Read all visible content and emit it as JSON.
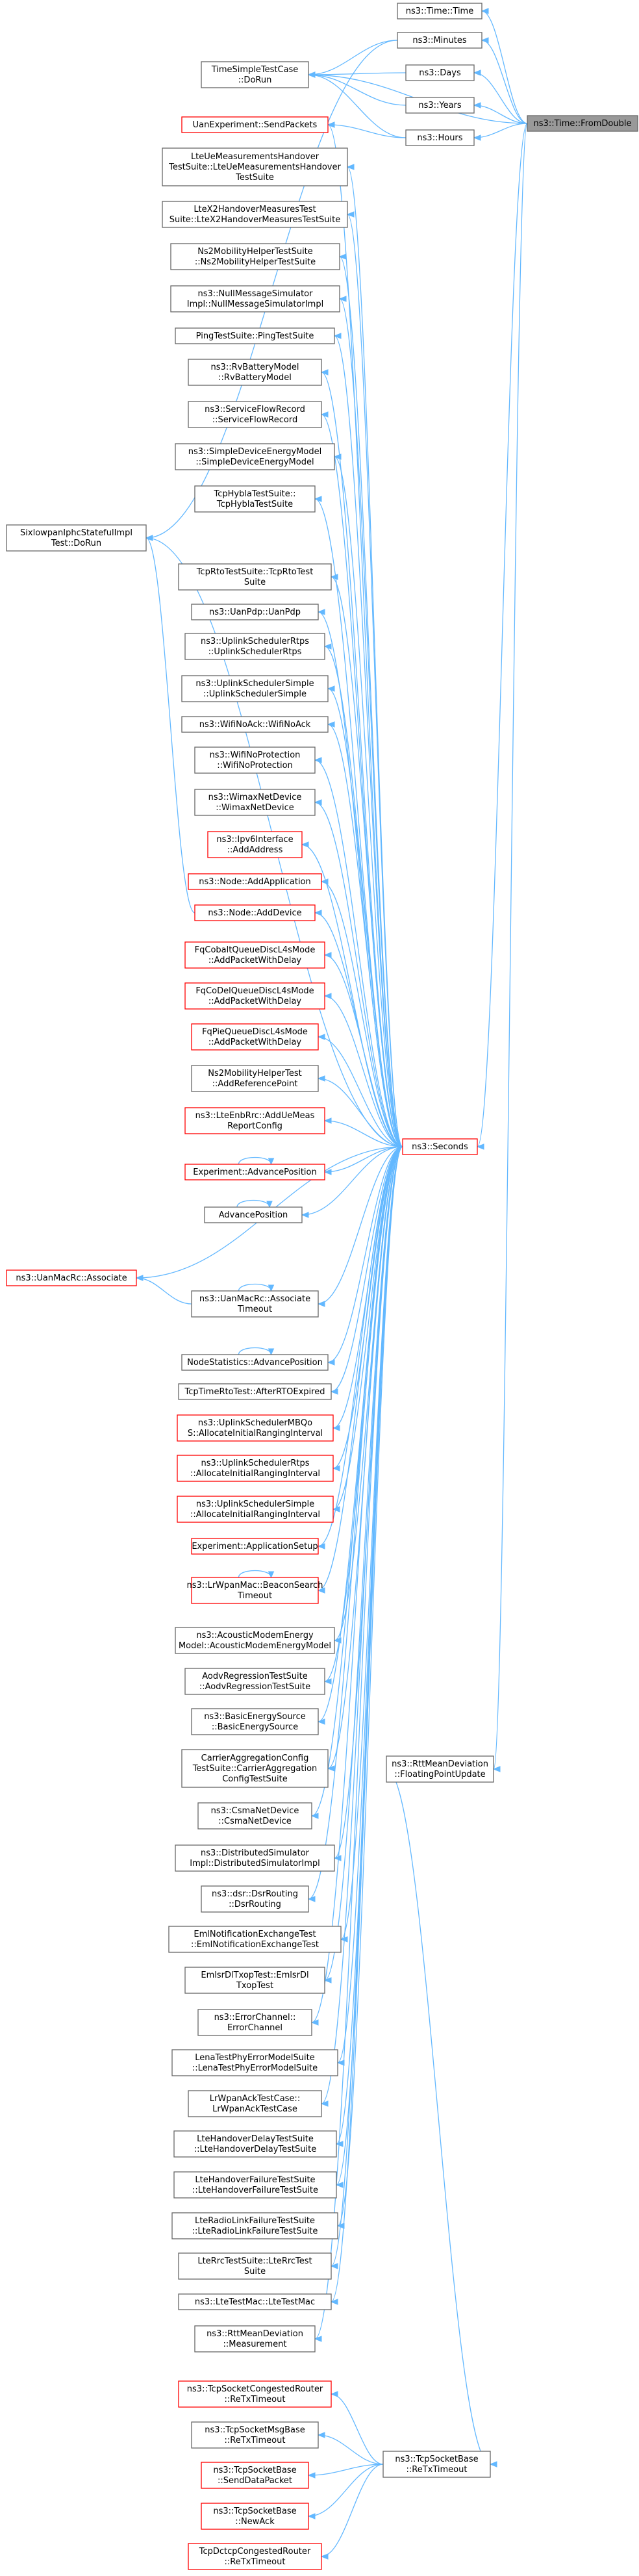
{
  "colors": {
    "edge": "#63b8ff",
    "border": "#666666",
    "red_border": "#ff0000",
    "root_fill": "#999999"
  },
  "nodes": {
    "root": {
      "l1": "ns3::Time::FromDouble"
    },
    "time_time": {
      "l1": "ns3::Time::Time"
    },
    "minutes": {
      "l1": "ns3::Minutes"
    },
    "days": {
      "l1": "ns3::Days"
    },
    "years": {
      "l1": "ns3::Years"
    },
    "hours": {
      "l1": "ns3::Hours"
    },
    "tstc": {
      "l1": "TimeSimpleTestCase",
      "l2": "::DoRun"
    },
    "uan_send": {
      "l1": "UanExperiment::SendPackets"
    },
    "lteue": {
      "l1": "LteUeMeasurementsHandover",
      "l2": "TestSuite::LteUeMeasurementsHandover",
      "l3": "TestSuite"
    },
    "ltex2": {
      "l1": "LteX2HandoverMeasuresTest",
      "l2": "Suite::LteX2HandoverMeasuresTestSuite"
    },
    "ns2mob": {
      "l1": "Ns2MobilityHelperTestSuite",
      "l2": "::Ns2MobilityHelperTestSuite"
    },
    "nullmsg": {
      "l1": "ns3::NullMessageSimulator",
      "l2": "Impl::NullMessageSimulatorImpl"
    },
    "ping": {
      "l1": "PingTestSuite::PingTestSuite"
    },
    "rvbat": {
      "l1": "ns3::RvBatteryModel",
      "l2": "::RvBatteryModel"
    },
    "sfr": {
      "l1": "ns3::ServiceFlowRecord",
      "l2": "::ServiceFlowRecord"
    },
    "sdem": {
      "l1": "ns3::SimpleDeviceEnergyModel",
      "l2": "::SimpleDeviceEnergyModel"
    },
    "tcphybla": {
      "l1": "TcpHyblaTestSuite::",
      "l2": "TcpHyblaTestSuite"
    },
    "sixlow": {
      "l1": "SixlowpanIphcStatefulImpl",
      "l2": "Test::DoRun"
    },
    "tcprto": {
      "l1": "TcpRtoTestSuite::TcpRtoTest",
      "l2": "Suite"
    },
    "uanpdp": {
      "l1": "ns3::UanPdp::UanPdp"
    },
    "ulrtps": {
      "l1": "ns3::UplinkSchedulerRtps",
      "l2": "::UplinkSchedulerRtps"
    },
    "ulsimple": {
      "l1": "ns3::UplinkSchedulerSimple",
      "l2": "::UplinkSchedulerSimple"
    },
    "wifinoack": {
      "l1": "ns3::WifiNoAck::WifiNoAck"
    },
    "wifinoprot": {
      "l1": "ns3::WifiNoProtection",
      "l2": "::WifiNoProtection"
    },
    "wimax": {
      "l1": "ns3::WimaxNetDevice",
      "l2": "::WimaxNetDevice"
    },
    "ipv6add": {
      "l1": "ns3::Ipv6Interface",
      "l2": "::AddAddress"
    },
    "addapp": {
      "l1": "ns3::Node::AddApplication"
    },
    "adddev": {
      "l1": "ns3::Node::AddDevice"
    },
    "fqcobalt": {
      "l1": "FqCobaltQueueDiscL4sMode",
      "l2": "::AddPacketWithDelay"
    },
    "fqcodel": {
      "l1": "FqCoDelQueueDiscL4sMode",
      "l2": "::AddPacketWithDelay"
    },
    "fqpie": {
      "l1": "FqPieQueueDiscL4sMode",
      "l2": "::AddPacketWithDelay"
    },
    "ns2ref": {
      "l1": "Ns2MobilityHelperTest",
      "l2": "::AddReferencePoint"
    },
    "lteenb": {
      "l1": "ns3::LteEnbRrc::AddUeMeas",
      "l2": "ReportConfig"
    },
    "seconds": {
      "l1": "ns3::Seconds"
    },
    "expadv": {
      "l1": "Experiment::AdvancePosition"
    },
    "advpos": {
      "l1": "AdvancePosition"
    },
    "uanassoc": {
      "l1": "ns3::UanMacRc::Associate"
    },
    "uanassoct": {
      "l1": "ns3::UanMacRc::Associate",
      "l2": "Timeout"
    },
    "nsadv": {
      "l1": "NodeStatistics::AdvancePosition"
    },
    "tcptimerto": {
      "l1": "TcpTimeRtoTest::AfterRTOExpired"
    },
    "ulmbqos": {
      "l1": "ns3::UplinkSchedulerMBQo",
      "l2": "S::AllocateInitialRangingInterval"
    },
    "ulrtpsalloc": {
      "l1": "ns3::UplinkSchedulerRtps",
      "l2": "::AllocateInitialRangingInterval"
    },
    "ulsimplealloc": {
      "l1": "ns3::UplinkSchedulerSimple",
      "l2": "::AllocateInitialRangingInterval"
    },
    "expapp": {
      "l1": "Experiment::ApplicationSetup"
    },
    "lrwpan": {
      "l1": "ns3::LrWpanMac::BeaconSearch",
      "l2": "Timeout"
    },
    "acoustic": {
      "l1": "ns3::AcousticModemEnergy",
      "l2": "Model::AcousticModemEnergyModel"
    },
    "aodv": {
      "l1": "AodvRegressionTestSuite",
      "l2": "::AodvRegressionTestSuite"
    },
    "basicenergy": {
      "l1": "ns3::BasicEnergySource",
      "l2": "::BasicEnergySource"
    },
    "carrier": {
      "l1": "CarrierAggregationConfig",
      "l2": "TestSuite::CarrierAggregation",
      "l3": "ConfigTestSuite"
    },
    "rttmean": {
      "l1": "ns3::RttMeanDeviation",
      "l2": "::FloatingPointUpdate"
    },
    "csma": {
      "l1": "ns3::CsmaNetDevice",
      "l2": "::CsmaNetDevice"
    },
    "distsim": {
      "l1": "ns3::DistributedSimulator",
      "l2": "Impl::DistributedSimulatorImpl"
    },
    "dsr": {
      "l1": "ns3::dsr::DsrRouting",
      "l2": "::DsrRouting"
    },
    "eml": {
      "l1": "EmlNotificationExchangeTest",
      "l2": "::EmlNotificationExchangeTest"
    },
    "emlsrdl": {
      "l1": "EmlsrDlTxopTest::EmlsrDl",
      "l2": "TxopTest"
    },
    "errch": {
      "l1": "ns3::ErrorChannel::",
      "l2": "ErrorChannel"
    },
    "lenaphy": {
      "l1": "LenaTestPhyErrorModelSuite",
      "l2": "::LenaTestPhyErrorModelSuite"
    },
    "lrack": {
      "l1": "LrWpanAckTestCase::",
      "l2": "LrWpanAckTestCase"
    },
    "ltehodelay": {
      "l1": "LteHandoverDelayTestSuite",
      "l2": "::LteHandoverDelayTestSuite"
    },
    "ltehofail": {
      "l1": "LteHandoverFailureTestSuite",
      "l2": "::LteHandoverFailureTestSuite"
    },
    "lterlf": {
      "l1": "LteRadioLinkFailureTestSuite",
      "l2": "::LteRadioLinkFailureTestSuite"
    },
    "ltelrrc": {
      "l1": "LteRrcTestSuite::LteRrcTest",
      "l2": "Suite"
    },
    "ltetestmac": {
      "l1": "ns3::LteTestMac::LteTestMac"
    },
    "rttmeas": {
      "l1": "ns3::RttMeanDeviation",
      "l2": "::Measurement"
    },
    "tcpcong": {
      "l1": "ns3::TcpSocketCongestedRouter",
      "l2": "::ReTxTimeout"
    },
    "tcpmsg": {
      "l1": "ns3::TcpSocketMsgBase",
      "l2": "::ReTxTimeout"
    },
    "tcpretx": {
      "l1": "ns3::TcpSocketBase",
      "l2": "::ReTxTimeout"
    },
    "tcpsend": {
      "l1": "ns3::TcpSocketBase",
      "l2": "::SendDataPacket"
    },
    "tcpnewack": {
      "l1": "ns3::TcpSocketBase",
      "l2": "::NewAck"
    },
    "tcpdctcp": {
      "l1": "TcpDctcpCongestedRouter",
      "l2": "::ReTxTimeout"
    }
  }
}
